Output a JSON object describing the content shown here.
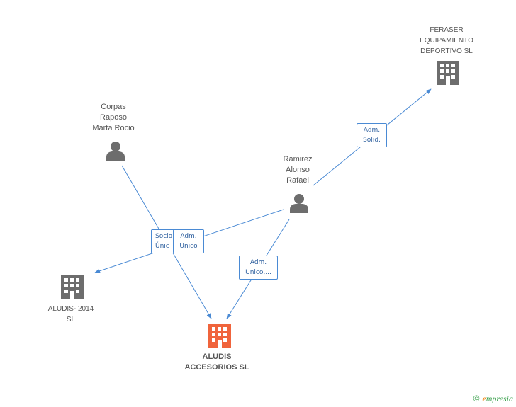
{
  "nodes": {
    "feraser": {
      "label_lines": [
        "FERASER",
        "EQUIPAMIENTO",
        "DEPORTIVO SL"
      ]
    },
    "corpas": {
      "label_lines": [
        "Corpas",
        "Raposo",
        "Marta Rocio"
      ]
    },
    "ramirez": {
      "label_lines": [
        "Ramirez",
        "Alonso",
        "Rafael"
      ]
    },
    "aludis2014": {
      "label_lines": [
        "ALUDIS- 2014",
        "SL"
      ]
    },
    "aludis_accesorios": {
      "label_lines": [
        "ALUDIS",
        "ACCESORIOS SL"
      ]
    }
  },
  "edges": {
    "ramirez_feraser": {
      "label_lines": [
        "Adm.",
        "Solid."
      ]
    },
    "corpas_aludis2014": {
      "label_lines": [
        "Socio",
        "Únic"
      ]
    },
    "ramirez_aludis2014": {
      "label_lines": [
        "Adm.",
        "Unico"
      ]
    },
    "ramirez_accesorios": {
      "label_lines": [
        "Adm.",
        "Unico,..."
      ]
    }
  },
  "colors": {
    "line": "#4a8ad4",
    "person": "#6d6d6d",
    "company": "#6d6d6d",
    "main_company": "#f0643c",
    "brand_green": "#3aa04c",
    "brand_orange": "#f08a1d"
  },
  "footer": {
    "copyright": "©",
    "brand_initial": "e",
    "brand_rest": "mpresia"
  }
}
